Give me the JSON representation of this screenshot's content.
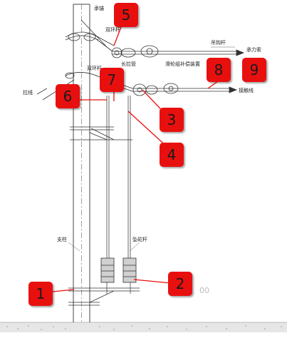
{
  "annotations": {
    "top_left": "承锚",
    "double_ring_upper": "双环杆",
    "double_ring_lower": "双环杆",
    "rope_tube": "长拉管",
    "slide_device": "滑轮组补偿装置",
    "carrier_rod": "吊钩杆",
    "carrier_cable": "承力索",
    "contact_wire": "接触线",
    "stay_wire": "拉线",
    "pole": "支柱",
    "weight_rod": "坠砣杆",
    "faint_text": "00"
  },
  "markers": [
    {
      "id": "m1",
      "label": "1"
    },
    {
      "id": "m2",
      "label": "2"
    },
    {
      "id": "m3",
      "label": "3"
    },
    {
      "id": "m4",
      "label": "4"
    },
    {
      "id": "m5",
      "label": "5"
    },
    {
      "id": "m6",
      "label": "6"
    },
    {
      "id": "m7",
      "label": "7"
    },
    {
      "id": "m8",
      "label": "8"
    },
    {
      "id": "m9",
      "label": "9"
    }
  ],
  "colors": {
    "marker_fill": "#e8100f",
    "leader_line": "#e8100f",
    "drawing_line": "#333333"
  }
}
